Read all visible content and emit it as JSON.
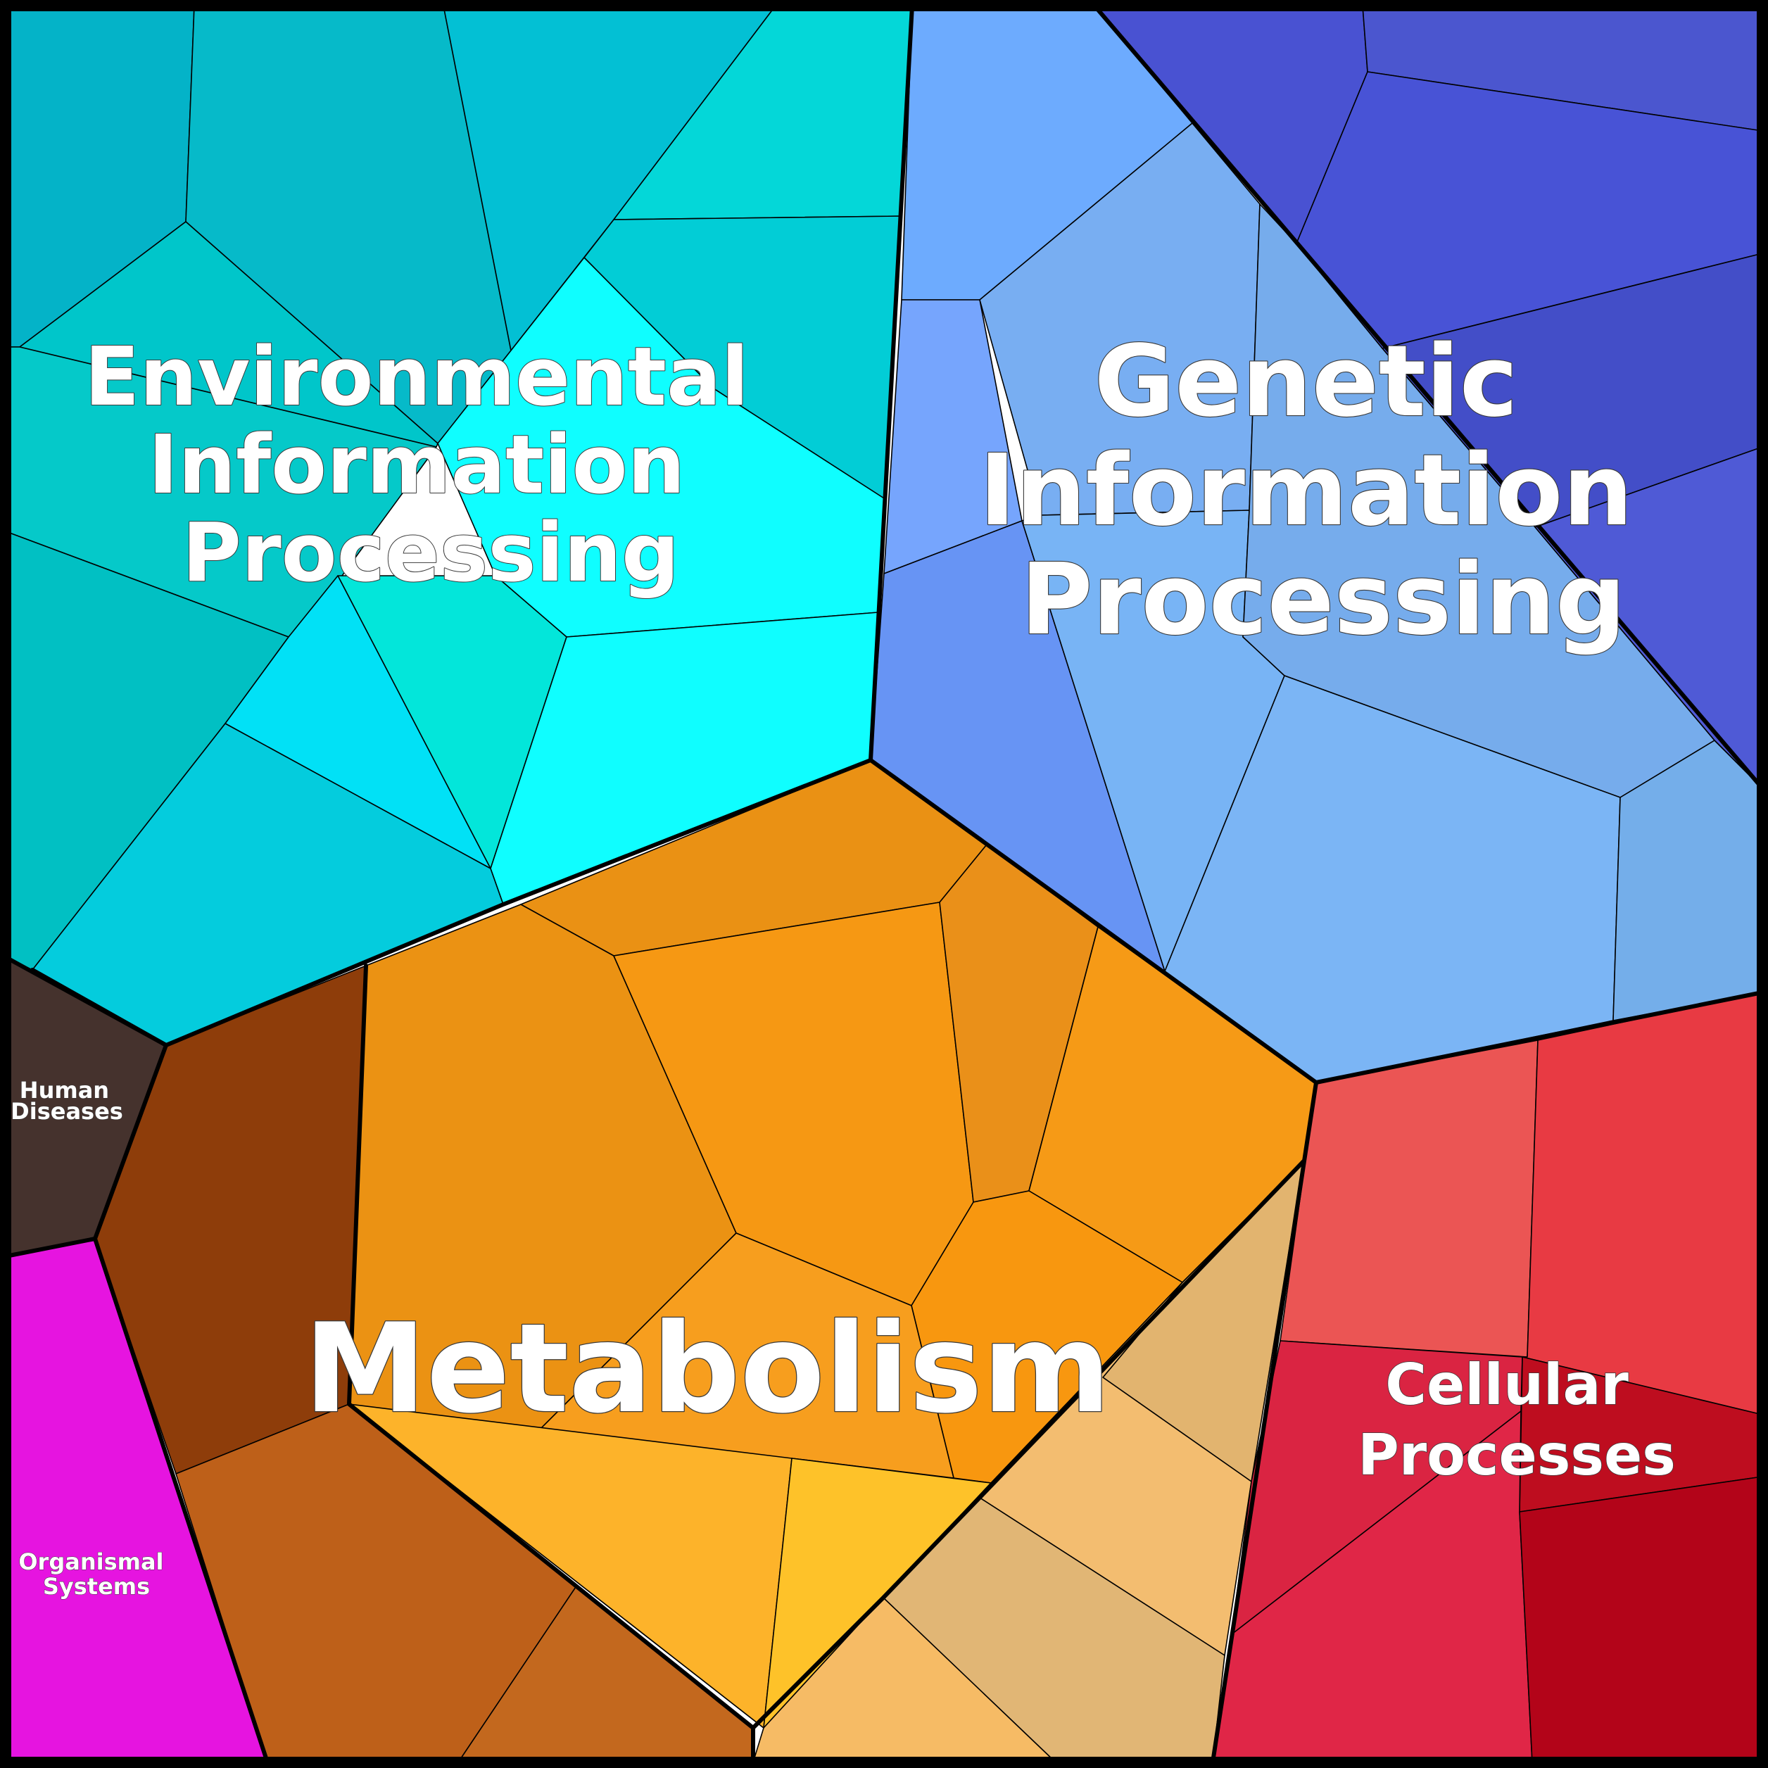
{
  "diagram": {
    "categories": [
      {
        "id": "environmental",
        "lines": [
          "Environmental",
          "Information",
          "Processing"
        ]
      },
      {
        "id": "genetic",
        "lines": [
          "Genetic",
          "Information",
          "Processing"
        ]
      },
      {
        "id": "metabolism",
        "lines": [
          "Metabolism"
        ]
      },
      {
        "id": "cellular",
        "lines": [
          "Cellular",
          "Processes"
        ]
      },
      {
        "id": "human_diseases",
        "lines": [
          "Human",
          "Diseases"
        ]
      },
      {
        "id": "organismal",
        "lines": [
          "Organismal",
          "Systems"
        ]
      }
    ],
    "colors": {
      "environmental": "#00bfcc",
      "genetic": "#7ab4f2",
      "metabolism": "#f5930f",
      "cellular": "#e02a46",
      "human_diseases": "#45322d",
      "organismal": "#e614e0",
      "outline": "#000000"
    }
  }
}
